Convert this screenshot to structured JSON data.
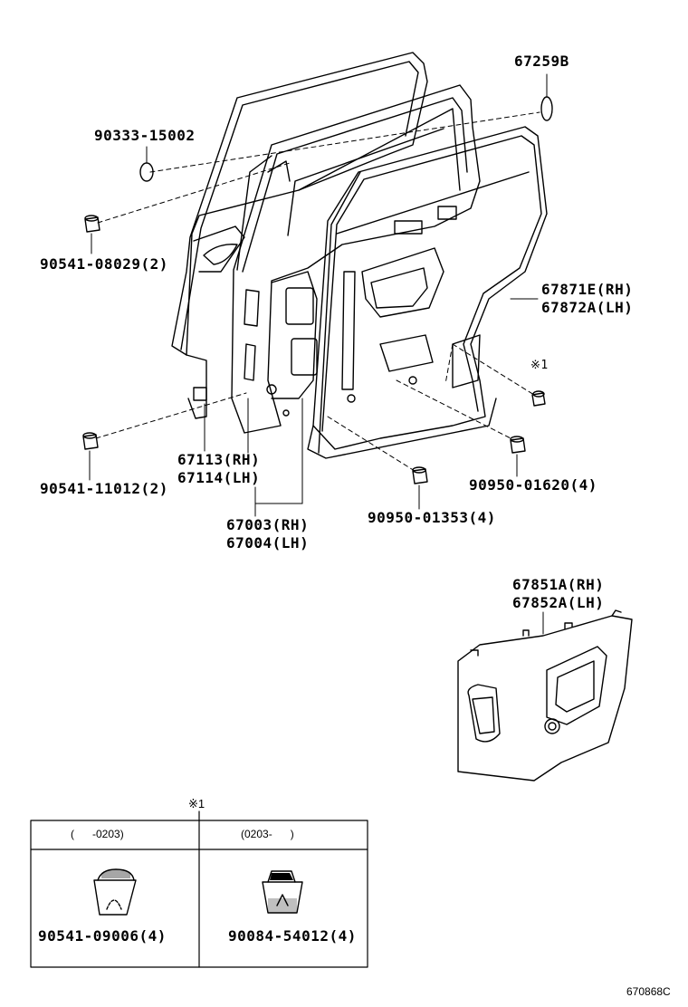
{
  "parts": {
    "p67259b": "67259B",
    "p90333": "90333-15002",
    "p90541_08029": "90541-08029(2)",
    "p67871e": "67871E(RH)",
    "p67872a": "67872A(LH)",
    "note_marker": "※1",
    "p90541_11012": "90541-11012(2)",
    "p67113": "67113(RH)",
    "p67114": "67114(LH)",
    "p67003": "67003(RH)",
    "p67004": "67004(LH)",
    "p90950_01353": "90950-01353(4)",
    "p90950_01620": "90950-01620(4)",
    "p67851a": "67851A(RH)",
    "p67852a": "67852A(LH)"
  },
  "table": {
    "marker": "※1",
    "col1_header": "(      -0203)",
    "col2_header": "(0203-      )",
    "col1_part": "90541-09006(4)",
    "col2_part": "90084-54012(4)"
  },
  "reference_code": "670868C"
}
